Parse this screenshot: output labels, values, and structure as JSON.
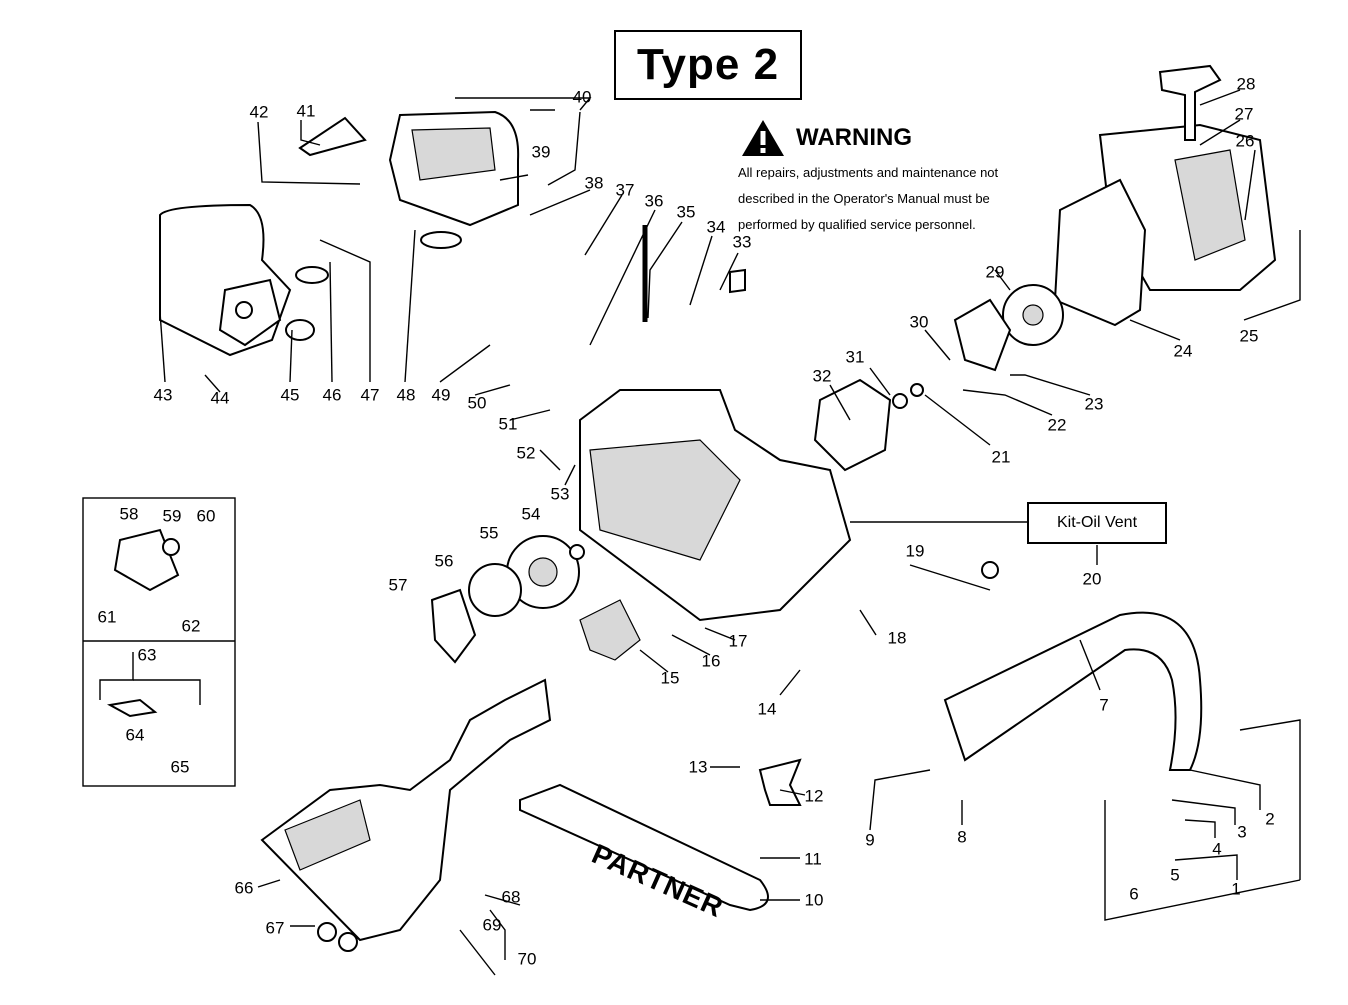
{
  "title": "Type 2",
  "warning": {
    "heading": "WARNING",
    "lines": [
      "All repairs, adjustments and maintenance not",
      "described in the Operator's Manual must be",
      "performed by qualified  service personnel."
    ]
  },
  "kit_label": "Kit-Oil Vent",
  "bar_brand": "PARTNER",
  "part_labels": [
    "1",
    "2",
    "3",
    "4",
    "5",
    "6",
    "7",
    "8",
    "9",
    "10",
    "11",
    "12",
    "13",
    "14",
    "15",
    "16",
    "17",
    "18",
    "19",
    "20",
    "21",
    "22",
    "23",
    "24",
    "25",
    "26",
    "27",
    "28",
    "29",
    "30",
    "31",
    "32",
    "33",
    "34",
    "35",
    "36",
    "37",
    "38",
    "39",
    "40",
    "41",
    "42",
    "43",
    "44",
    "45",
    "46",
    "47",
    "48",
    "49",
    "50",
    "51",
    "52",
    "53",
    "54",
    "55",
    "56",
    "57",
    "58",
    "59",
    "60",
    "61",
    "62",
    "63",
    "64",
    "65",
    "66",
    "67",
    "68",
    "69",
    "70"
  ],
  "colors": {
    "ink": "#000000",
    "paper": "#ffffff",
    "shade": "#d8d8d8"
  },
  "icons": [
    "warning-triangle-icon"
  ]
}
